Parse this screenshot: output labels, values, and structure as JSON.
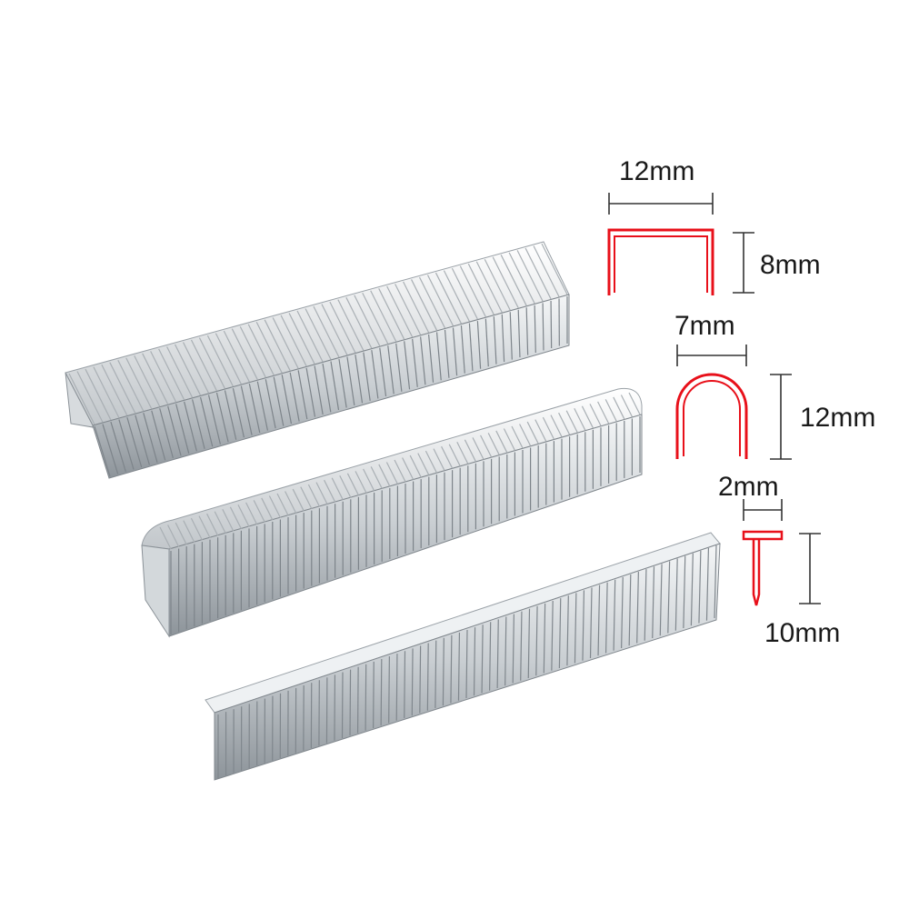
{
  "products": [
    {
      "name": "flat-crown staples"
    },
    {
      "name": "round-crown staples"
    },
    {
      "name": "t-nails"
    }
  ],
  "dimensions": {
    "flat_staple": {
      "crown_width": "12mm",
      "leg_length": "8mm"
    },
    "round_staple": {
      "crown_width": "7mm",
      "leg_length": "12mm"
    },
    "t_nail": {
      "head_width": "2mm",
      "length": "10mm"
    }
  },
  "colors": {
    "background": "#ffffff",
    "diagram_red": "#e8101a",
    "dimension_line": "#333333",
    "metal_light": "#e9edf0",
    "metal_mid": "#b4bac0",
    "metal_dark": "#6e767d"
  }
}
